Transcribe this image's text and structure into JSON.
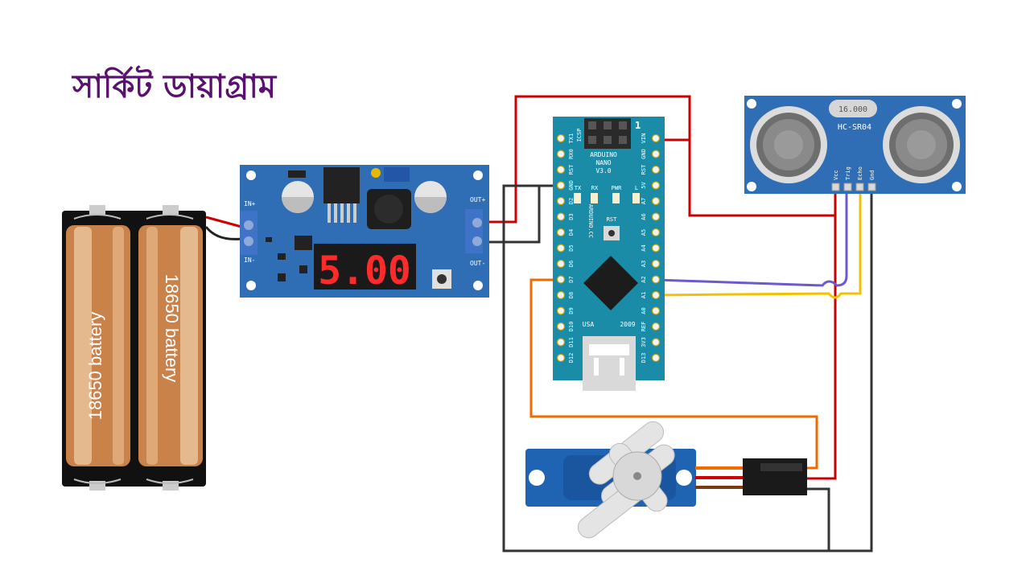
{
  "title": "সার্কিট ডায়াগ্রাম",
  "battery": {
    "cells": [
      "18650 battery",
      "18650 battery"
    ]
  },
  "converter": {
    "display": "5.00",
    "in_plus": "IN+",
    "in_minus": "IN-",
    "out_plus": "OUT+",
    "out_minus": "OUT-"
  },
  "arduino": {
    "name_line1": "ARDUINO",
    "name_line2": "NANO",
    "name_line3": "V3.0",
    "icsp": "ICSP",
    "one": "1",
    "leds": [
      "TX",
      "RX",
      "PWR",
      "L"
    ],
    "rst": "RST",
    "site": "ARDUINO.CC",
    "usa": "USA",
    "year": "2009",
    "left_pins": [
      "TX1",
      "RX0",
      "RST",
      "GND",
      "D2",
      "D3",
      "D4",
      "D5",
      "D6",
      "D7",
      "D8",
      "D9",
      "D10",
      "D11",
      "D12"
    ],
    "right_pins": [
      "VIN",
      "GND",
      "RST",
      "5V",
      "A7",
      "A6",
      "A5",
      "A4",
      "A3",
      "A2",
      "A1",
      "A0",
      "REF",
      "3V3",
      "D13"
    ]
  },
  "sensor": {
    "crystal": "16.000",
    "model": "HC-SR04",
    "pins": [
      "Vcc",
      "Trig",
      "Echo",
      "Gnd"
    ]
  },
  "colors": {
    "title": "#5a1070",
    "board_blue": "#2f6db5",
    "arduino_teal": "#1a8ca8",
    "wire_red": "#cc0000",
    "wire_black": "#333333",
    "wire_orange": "#f06a00",
    "wire_purple": "#6a5acd",
    "wire_yellow": "#f2c200"
  }
}
